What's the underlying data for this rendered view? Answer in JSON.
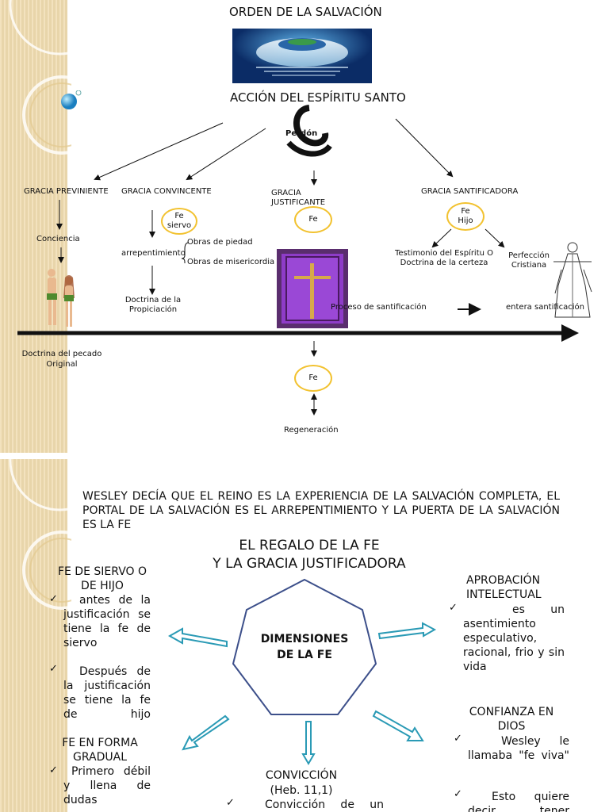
{
  "slide1": {
    "title": "ORDEN DE LA SALVACIÓN",
    "subtitle": "ACCIÓN DEL ESPÍRITU SANTO",
    "perdon": "Perdón",
    "gracia_previniente": "GRACIA PREVINIENTE",
    "gracia_convincente": "GRACIA CONVINCENTE",
    "gracia_justificante": "GRACIA JUSTIFICANTE",
    "gracia_santificadora": "GRACIA SANTIFICADORA",
    "conciencia": "Conciencia",
    "fe_siervo": "Fe siervo",
    "arrepentimiento": "arrepentimiento",
    "obras_piedad": "Obras de piedad",
    "obras_misericordia": "Obras de misericordia",
    "doctrina_propiciacion": "Doctrina de la Propiciación",
    "fe": "Fe",
    "fe_hijo": "Fe Hijo",
    "testimonio": "Testimonio del Espíritu O Doctrina de la certeza",
    "perfeccion": "Perfección Cristiana",
    "proceso": "Proceso de santificación",
    "entera": "entera santificación",
    "doctrina_pecado": "Doctrina del pecado Original",
    "fe_bottom": "Fe",
    "regeneracion": "Regeneración"
  },
  "slide2": {
    "intro": "WESLEY DECÍA QUE EL REINO ES LA EXPERIENCIA DE LA SALVACIÓN COMPLETA, EL PORTAL DE LA SALVACIÓN ES EL ARREPENTIMIENTO Y LA PUERTA DE LA SALVACIÓN ES LA FE",
    "heading_line1": "EL REGALO DE LA FE",
    "heading_line2": "Y LA GRACIA  JUSTIFICADORA",
    "center": "DIMENSIONES DE LA FE",
    "left_top_title": "FE DE SIERVO O DE HIJO",
    "left_top_item1": "antes de la justificación se tiene la fe de siervo",
    "left_top_item2": "Después de la justificación se tiene la fe de hijo",
    "left_bottom_title": "FE EN FORMA GRADUAL",
    "left_bottom_item1": "Primero débil y llena de dudas",
    "bottom_title": "CONVICCIÓN",
    "bottom_ref": "(Heb. 11,1)",
    "bottom_item1": "Convicción de un",
    "right_top_title": "APROBACIÓN INTELECTUAL",
    "right_top_item1": "es un asentimiento especulativo, racional, frio y sin vida",
    "right_bottom_title": "CONFIANZA EN DIOS",
    "right_bottom_item1": "Wesley le llamaba \"fe viva\"",
    "right_bottom_item2": "Esto quiere decir tener"
  },
  "colors": {
    "band": "#f0dcb0",
    "oval": "#f2c230",
    "heptagon": "#3c4f8a",
    "arrow": "#2a9ab5"
  }
}
